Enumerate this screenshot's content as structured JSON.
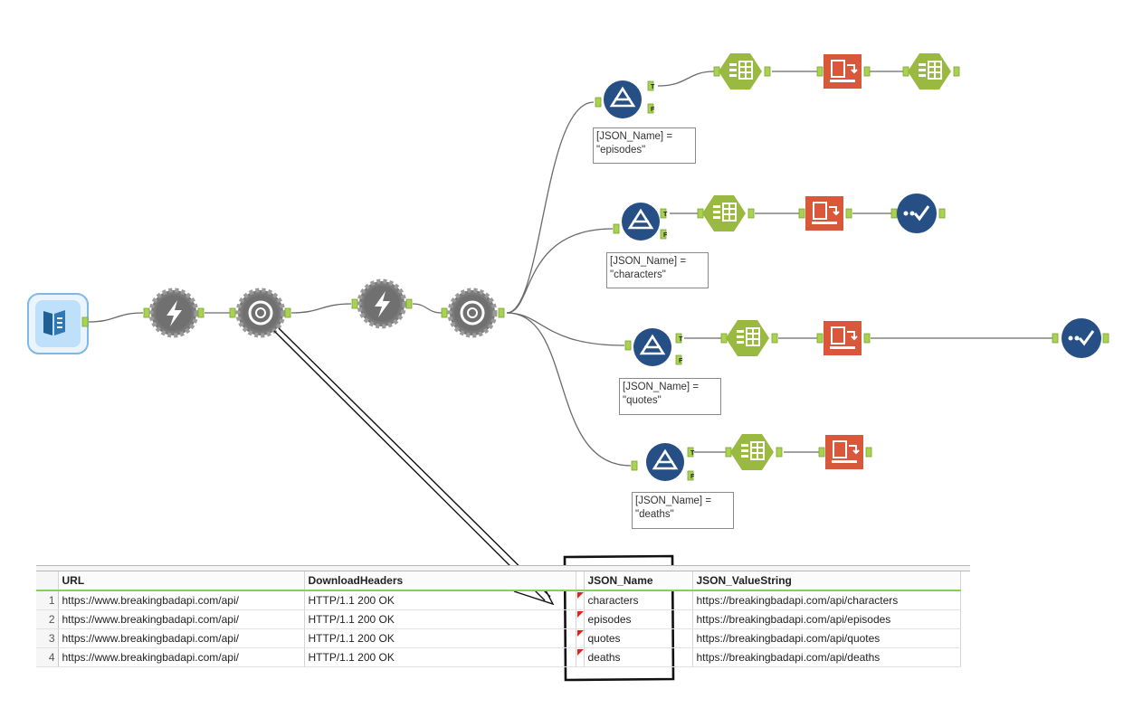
{
  "filters": [
    {
      "expr_line1": "[JSON_Name] =",
      "expr_line2": "\"episodes\""
    },
    {
      "expr_line1": "[JSON_Name] =",
      "expr_line2": "\"characters\""
    },
    {
      "expr_line1": "[JSON_Name] =",
      "expr_line2": "\"quotes\""
    },
    {
      "expr_line1": "[JSON_Name] =",
      "expr_line2": "\"deaths\""
    }
  ],
  "anchor_labels": {
    "true": "T",
    "false": "F"
  },
  "tool_icons": [
    "text-input-tool-icon",
    "download-tool-icon",
    "json-parse-tool-icon",
    "filter-tool-icon",
    "select-tool-icon",
    "transpose-tool-icon",
    "browse-tool-icon"
  ],
  "colors": {
    "preparation": "#9ab940",
    "transform": "#d9573a",
    "developer": "#6d6d6d",
    "filter": "#254f85",
    "input": "#7db9e8",
    "highlight_box": "#111111",
    "header_rule": "#86cf5a"
  },
  "results": {
    "columns": [
      "URL",
      "DownloadHeaders",
      "JSON_Name",
      "JSON_ValueString"
    ],
    "rows": [
      {
        "n": "1",
        "url": "https://www.breakingbadapi.com/api/",
        "headers": "HTTP/1.1 200 OK",
        "name": "characters",
        "value": "https://breakingbadapi.com/api/characters"
      },
      {
        "n": "2",
        "url": "https://www.breakingbadapi.com/api/",
        "headers": "HTTP/1.1 200 OK",
        "name": "episodes",
        "value": "https://breakingbadapi.com/api/episodes"
      },
      {
        "n": "3",
        "url": "https://www.breakingbadapi.com/api/",
        "headers": "HTTP/1.1 200 OK",
        "name": "quotes",
        "value": "https://breakingbadapi.com/api/quotes"
      },
      {
        "n": "4",
        "url": "https://www.breakingbadapi.com/api/",
        "headers": "HTTP/1.1 200 OK",
        "name": "deaths",
        "value": "https://breakingbadapi.com/api/deaths"
      }
    ]
  }
}
